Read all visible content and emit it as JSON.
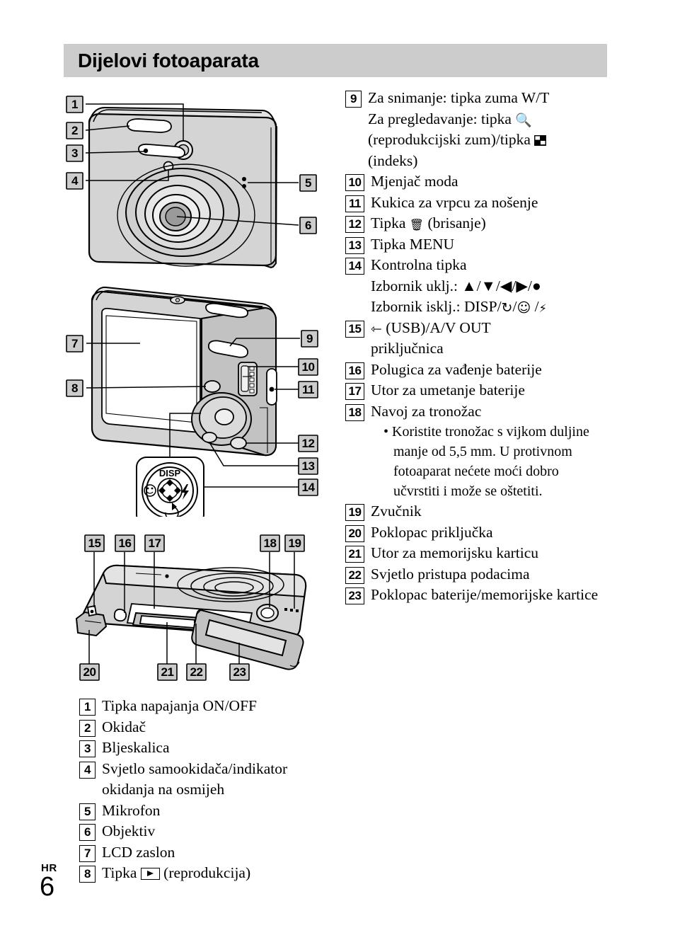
{
  "header": {
    "title": "Dijelovi fotoaparata"
  },
  "footer": {
    "language": "HR",
    "page_number": "6"
  },
  "left_list": [
    {
      "num": "1",
      "text": "Tipka napajanja ON/OFF"
    },
    {
      "num": "2",
      "text": "Okidač"
    },
    {
      "num": "3",
      "text": "Bljeskalica"
    },
    {
      "num": "4",
      "text": "Svjetlo samookidača/indikator okidanja na osmijeh"
    },
    {
      "num": "5",
      "text": "Mikrofon"
    },
    {
      "num": "6",
      "text": "Objektiv"
    },
    {
      "num": "7",
      "text": "LCD zaslon"
    },
    {
      "num": "8",
      "text_before": "Tipka",
      "icon": "play-icon",
      "text_after": "(reprodukcija)"
    }
  ],
  "right_list": [
    {
      "num": "9",
      "lines": [
        "Za snimanje: tipka zuma W/T",
        "Za pregledavanje: tipka 🔍",
        "(reprodukcijski zum)/tipka [index]",
        "(indeks)"
      ],
      "line1": "Za snimanje: tipka zuma W/T",
      "line2_before": "Za pregledavanje: tipka",
      "line2_icon": "magnifier-icon",
      "line3_before": "(reprodukcijski zum)/tipka",
      "line3_icon": "index-icon",
      "line4": "(indeks)"
    },
    {
      "num": "10",
      "text": "Mjenjač moda"
    },
    {
      "num": "11",
      "text": "Kukica za vrpcu za nošenje"
    },
    {
      "num": "12",
      "text_before": "Tipka",
      "icon": "trash-icon",
      "text_after": "(brisanje)"
    },
    {
      "num": "13",
      "text": "Tipka MENU"
    },
    {
      "num": "14",
      "line1": "Kontrolna tipka",
      "line2": "Izbornik uklj.: ▲/▼/◀/▶/●",
      "line3_before": "Izbornik isklj.: DISP/",
      "line3_icons": [
        "self-timer-icon",
        "smile-icon",
        "flash-icon"
      ],
      "line3_text": "Izbornik isklj.: DISP/↻/☺/⚡"
    },
    {
      "num": "15",
      "icon": "usb-icon",
      "line1_after": "(USB)/A/V OUT",
      "line2": "priključnica"
    },
    {
      "num": "16",
      "text": "Polugica za vađenje baterije"
    },
    {
      "num": "17",
      "text": "Utor za umetanje baterije"
    },
    {
      "num": "18",
      "text": "Navoj za tronožac",
      "bullet": "Koristite tronožac s vijkom duljine manje od 5,5 mm. U protivnom fotoaparat nećete moći dobro učvrstiti i može se oštetiti."
    },
    {
      "num": "19",
      "text": "Zvučnik"
    },
    {
      "num": "20",
      "text": "Poklopac priključka"
    },
    {
      "num": "21",
      "text": "Utor za memorijsku karticu"
    },
    {
      "num": "22",
      "text": "Svjetlo pristupa podacima"
    },
    {
      "num": "23",
      "text": "Poklopac baterije/memorijske kartice"
    }
  ],
  "figures": {
    "front": {
      "name": "camera-front-view",
      "callouts": [
        "1",
        "2",
        "3",
        "4",
        "5",
        "6"
      ]
    },
    "rear": {
      "name": "camera-rear-view",
      "callouts": [
        "7",
        "8",
        "9",
        "10",
        "11",
        "12",
        "13",
        "14"
      ],
      "control_button_label": "DISP"
    },
    "bottom": {
      "name": "camera-bottom-view",
      "callouts": [
        "15",
        "16",
        "17",
        "18",
        "19",
        "20",
        "21",
        "22",
        "23"
      ]
    }
  },
  "colors": {
    "header_bg": "#cccccc",
    "callout_box_fill": "#cccccc",
    "body_fill": "#d4d4d4",
    "text": "#000000"
  }
}
